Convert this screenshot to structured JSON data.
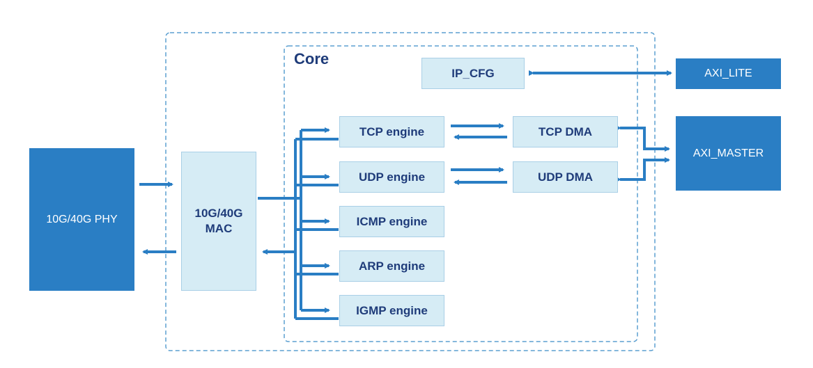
{
  "diagram": {
    "core_label": "Core",
    "phy": {
      "label": "10G/40G PHY"
    },
    "mac": {
      "line1": "10G/40G",
      "line2": "MAC"
    },
    "engines": {
      "tcp": "TCP engine",
      "udp": "UDP engine",
      "icmp": "ICMP engine",
      "arp": "ARP engine",
      "igmp": "IGMP engine"
    },
    "dma": {
      "tcp": "TCP DMA",
      "udp": "UDP DMA"
    },
    "ip_cfg": "IP_CFG",
    "axi_lite": "AXI_LITE",
    "axi_master": "AXI_MASTER",
    "colors": {
      "dark_block": "#2a7ec4",
      "light_block": "#d6ecf5",
      "text_dark": "#1f3c7a",
      "line": "#2a7ec4",
      "dashed_border": "#5b9fd0"
    }
  }
}
